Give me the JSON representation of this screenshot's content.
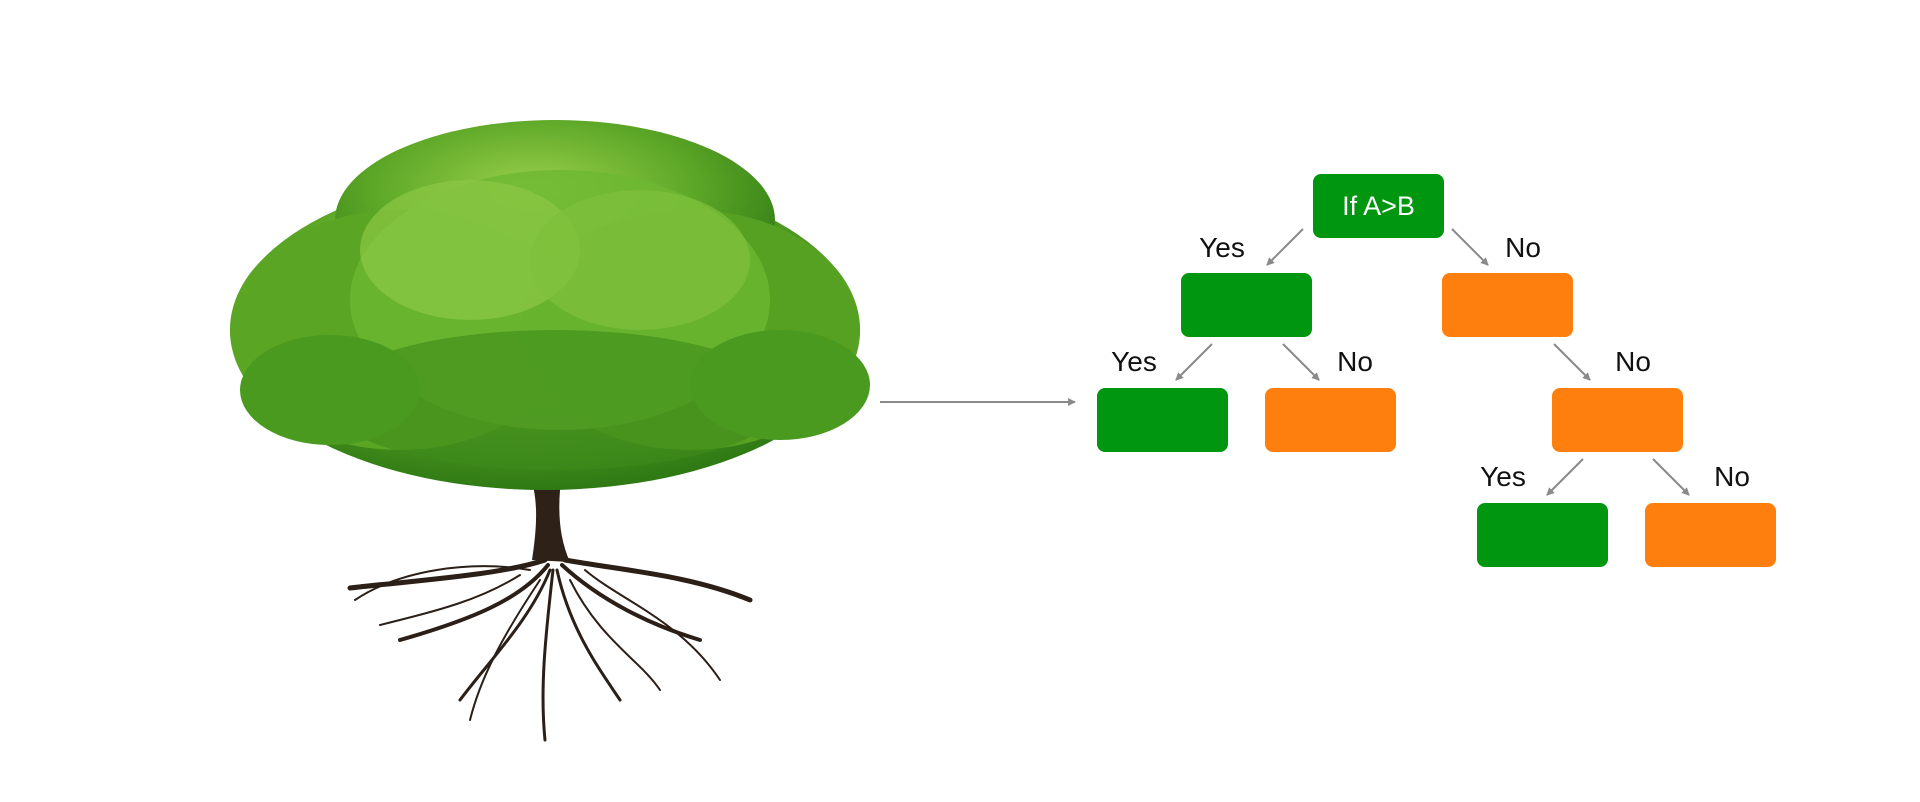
{
  "diagram": {
    "colors": {
      "yes": "#00960F",
      "no": "#FF7F0E",
      "arrow": "#8a8a8a"
    },
    "root": {
      "label": "If A>B"
    },
    "edge_labels": {
      "root_yes": "Yes",
      "root_no": "No",
      "left_yes": "Yes",
      "left_no": "No",
      "right_no": "No",
      "deep_yes": "Yes",
      "deep_no": "No"
    }
  }
}
